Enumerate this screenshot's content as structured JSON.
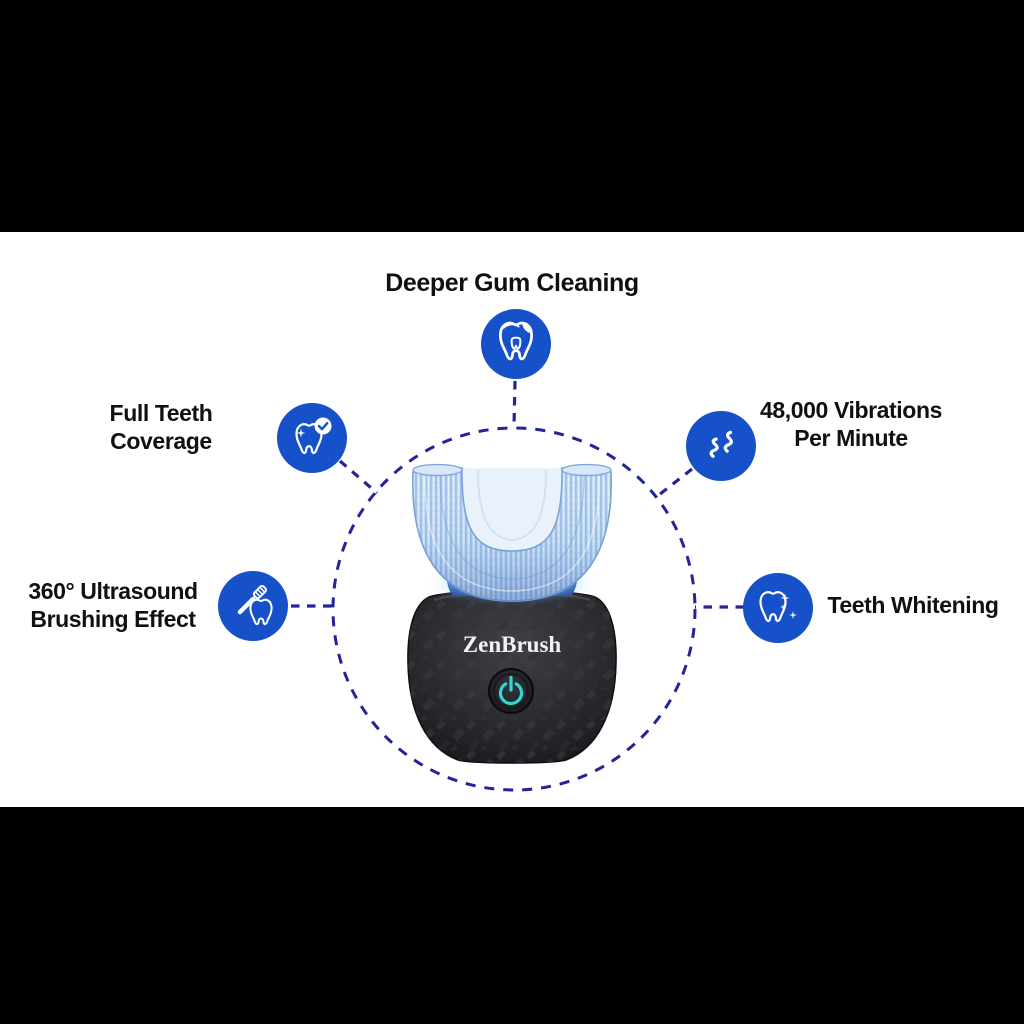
{
  "product": {
    "brand": "ZenBrush"
  },
  "features": [
    {
      "id": "deeper-gum-cleaning",
      "icon": "molar-roots-icon",
      "lines": [
        "Deeper Gum Cleaning",
        ""
      ]
    },
    {
      "id": "full-teeth-coverage",
      "icon": "tooth-check-icon",
      "lines": [
        "Full Teeth Coverage",
        ""
      ]
    },
    {
      "id": "ultrasound-brushing",
      "icon": "toothbrush-tooth-icon",
      "lines": [
        "360° Ultrasound",
        "Brushing Effect"
      ]
    },
    {
      "id": "vibrations-per-minute",
      "icon": "vibration-waves-icon",
      "lines": [
        "48,000 Vibrations",
        "Per Minute"
      ]
    },
    {
      "id": "teeth-whitening",
      "icon": "tooth-sparkle-icon",
      "lines": [
        "Teeth Whitening",
        ""
      ]
    }
  ],
  "colors": {
    "letterbox_black": "#000000",
    "panel_white": "#ffffff",
    "accent_blue": "#1751c9",
    "dash_navy": "#23239b",
    "label_text": "#101010",
    "power_cyan": "#2fd9cf",
    "mouthpiece_blue": "#9dc0e8",
    "handle_black": "#232327",
    "glow_blue": "#7fd4ff"
  }
}
